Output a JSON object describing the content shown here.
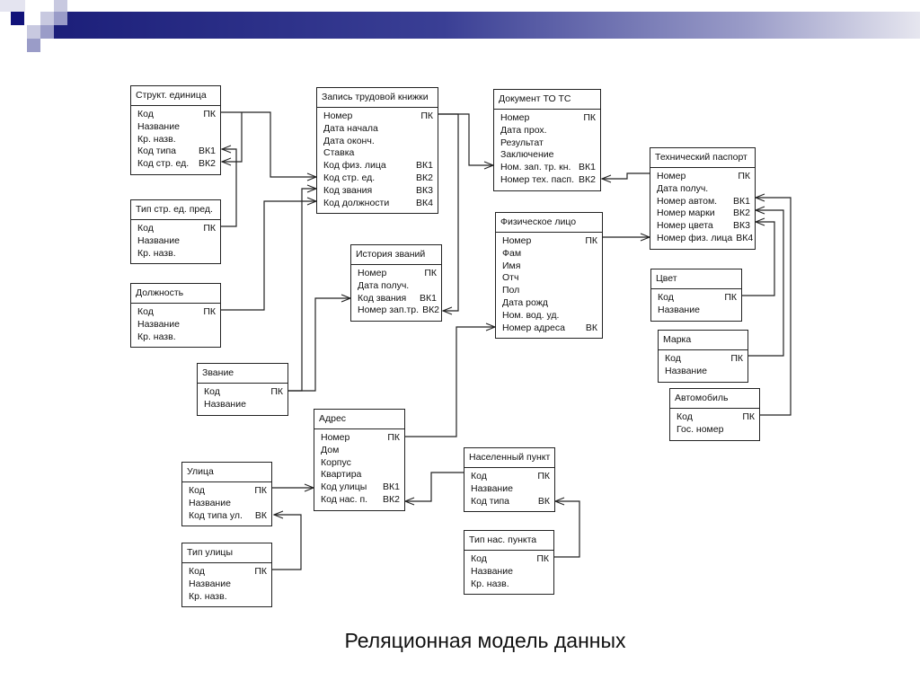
{
  "title": "Реляционная модель данных",
  "entities": [
    {
      "id": "strukt",
      "name": "Структ. единица",
      "rows": [
        [
          "Код",
          "ПК"
        ],
        [
          "Название",
          ""
        ],
        [
          "Кр. назв.",
          ""
        ],
        [
          "Код типа",
          "ВК1"
        ],
        [
          "Код стр. ед.",
          "ВК2"
        ]
      ]
    },
    {
      "id": "tipstr",
      "name": "Тип стр. ед. пред.",
      "rows": [
        [
          "Код",
          "ПК"
        ],
        [
          "Название",
          ""
        ],
        [
          "Кр. назв.",
          ""
        ]
      ]
    },
    {
      "id": "dolzh",
      "name": "Должность",
      "rows": [
        [
          "Код",
          "ПК"
        ],
        [
          "Название",
          ""
        ],
        [
          "Кр. назв.",
          ""
        ]
      ]
    },
    {
      "id": "zapis",
      "name": "Запись трудовой книжки",
      "rows": [
        [
          "Номер",
          "ПК"
        ],
        [
          "Дата начала",
          ""
        ],
        [
          "Дата оконч.",
          ""
        ],
        [
          "Ставка",
          ""
        ],
        [
          "Код физ. лица",
          "ВК1"
        ],
        [
          "Код стр. ед.",
          "ВК2"
        ],
        [
          "Код звания",
          "ВК3"
        ],
        [
          "Код должности",
          "ВК4"
        ]
      ]
    },
    {
      "id": "istoria",
      "name": "История званий",
      "rows": [
        [
          "Номер",
          "ПК"
        ],
        [
          "Дата получ.",
          ""
        ],
        [
          "Код звания",
          "ВК1"
        ],
        [
          "Номер зап.тр.",
          "ВК2"
        ]
      ]
    },
    {
      "id": "zvanie",
      "name": "Звание",
      "rows": [
        [
          "Код",
          "ПК"
        ],
        [
          "Название",
          ""
        ]
      ]
    },
    {
      "id": "adres",
      "name": "Адрес",
      "rows": [
        [
          "Номер",
          "ПК"
        ],
        [
          "Дом",
          ""
        ],
        [
          "Корпус",
          ""
        ],
        [
          "Квартира",
          ""
        ],
        [
          "Код улицы",
          "ВК1"
        ],
        [
          "Код нас. п.",
          "ВК2"
        ]
      ]
    },
    {
      "id": "ulica",
      "name": "Улица",
      "rows": [
        [
          "Код",
          "ПК"
        ],
        [
          "Название",
          ""
        ],
        [
          "Код типа ул.",
          "ВК"
        ]
      ]
    },
    {
      "id": "tipul",
      "name": "Тип улицы",
      "rows": [
        [
          "Код",
          "ПК"
        ],
        [
          "Название",
          ""
        ],
        [
          "Кр. назв.",
          ""
        ]
      ]
    },
    {
      "id": "dokument",
      "name": "Документ ТО ТС",
      "rows": [
        [
          "Номер",
          "ПК"
        ],
        [
          "Дата прох.",
          ""
        ],
        [
          "Результат",
          ""
        ],
        [
          "Заключение",
          ""
        ],
        [
          "Ном. зап. тр. кн.",
          "ВК1"
        ],
        [
          "Номер тех. пасп.",
          "ВК2"
        ]
      ]
    },
    {
      "id": "fizlico",
      "name": "Физическое лицо",
      "rows": [
        [
          "Номер",
          "ПК"
        ],
        [
          "Фам",
          ""
        ],
        [
          "Имя",
          ""
        ],
        [
          "Отч",
          ""
        ],
        [
          "Пол",
          ""
        ],
        [
          "Дата рожд",
          ""
        ],
        [
          "Ном. вод. уд.",
          ""
        ],
        [
          "Номер адреса",
          "ВК"
        ]
      ]
    },
    {
      "id": "techpass",
      "name": "Технический паспорт",
      "rows": [
        [
          "Номер",
          "ПК"
        ],
        [
          "Дата получ.",
          ""
        ],
        [
          "Номер автом.",
          "ВК1"
        ],
        [
          "Номер марки",
          "ВК2"
        ],
        [
          "Номер цвета",
          "ВК3"
        ],
        [
          "Номер физ. лица",
          "ВК4"
        ]
      ]
    },
    {
      "id": "cvet",
      "name": "Цвет",
      "rows": [
        [
          "Код",
          "ПК"
        ],
        [
          "Название",
          ""
        ]
      ]
    },
    {
      "id": "marka",
      "name": "Марка",
      "rows": [
        [
          "Код",
          "ПК"
        ],
        [
          "Название",
          ""
        ]
      ]
    },
    {
      "id": "avto",
      "name": "Автомобиль",
      "rows": [
        [
          "Код",
          "ПК"
        ],
        [
          "Гос. номер",
          ""
        ]
      ]
    },
    {
      "id": "naspunkt",
      "name": "Населенный пункт",
      "rows": [
        [
          "Код",
          "ПК"
        ],
        [
          "Название",
          ""
        ],
        [
          "Код типа",
          "ВК"
        ]
      ]
    },
    {
      "id": "tipnas",
      "name": "Тип нас. пункта",
      "rows": [
        [
          "Код",
          "ПК"
        ],
        [
          "Название",
          ""
        ],
        [
          "Кр. назв.",
          ""
        ]
      ]
    }
  ]
}
